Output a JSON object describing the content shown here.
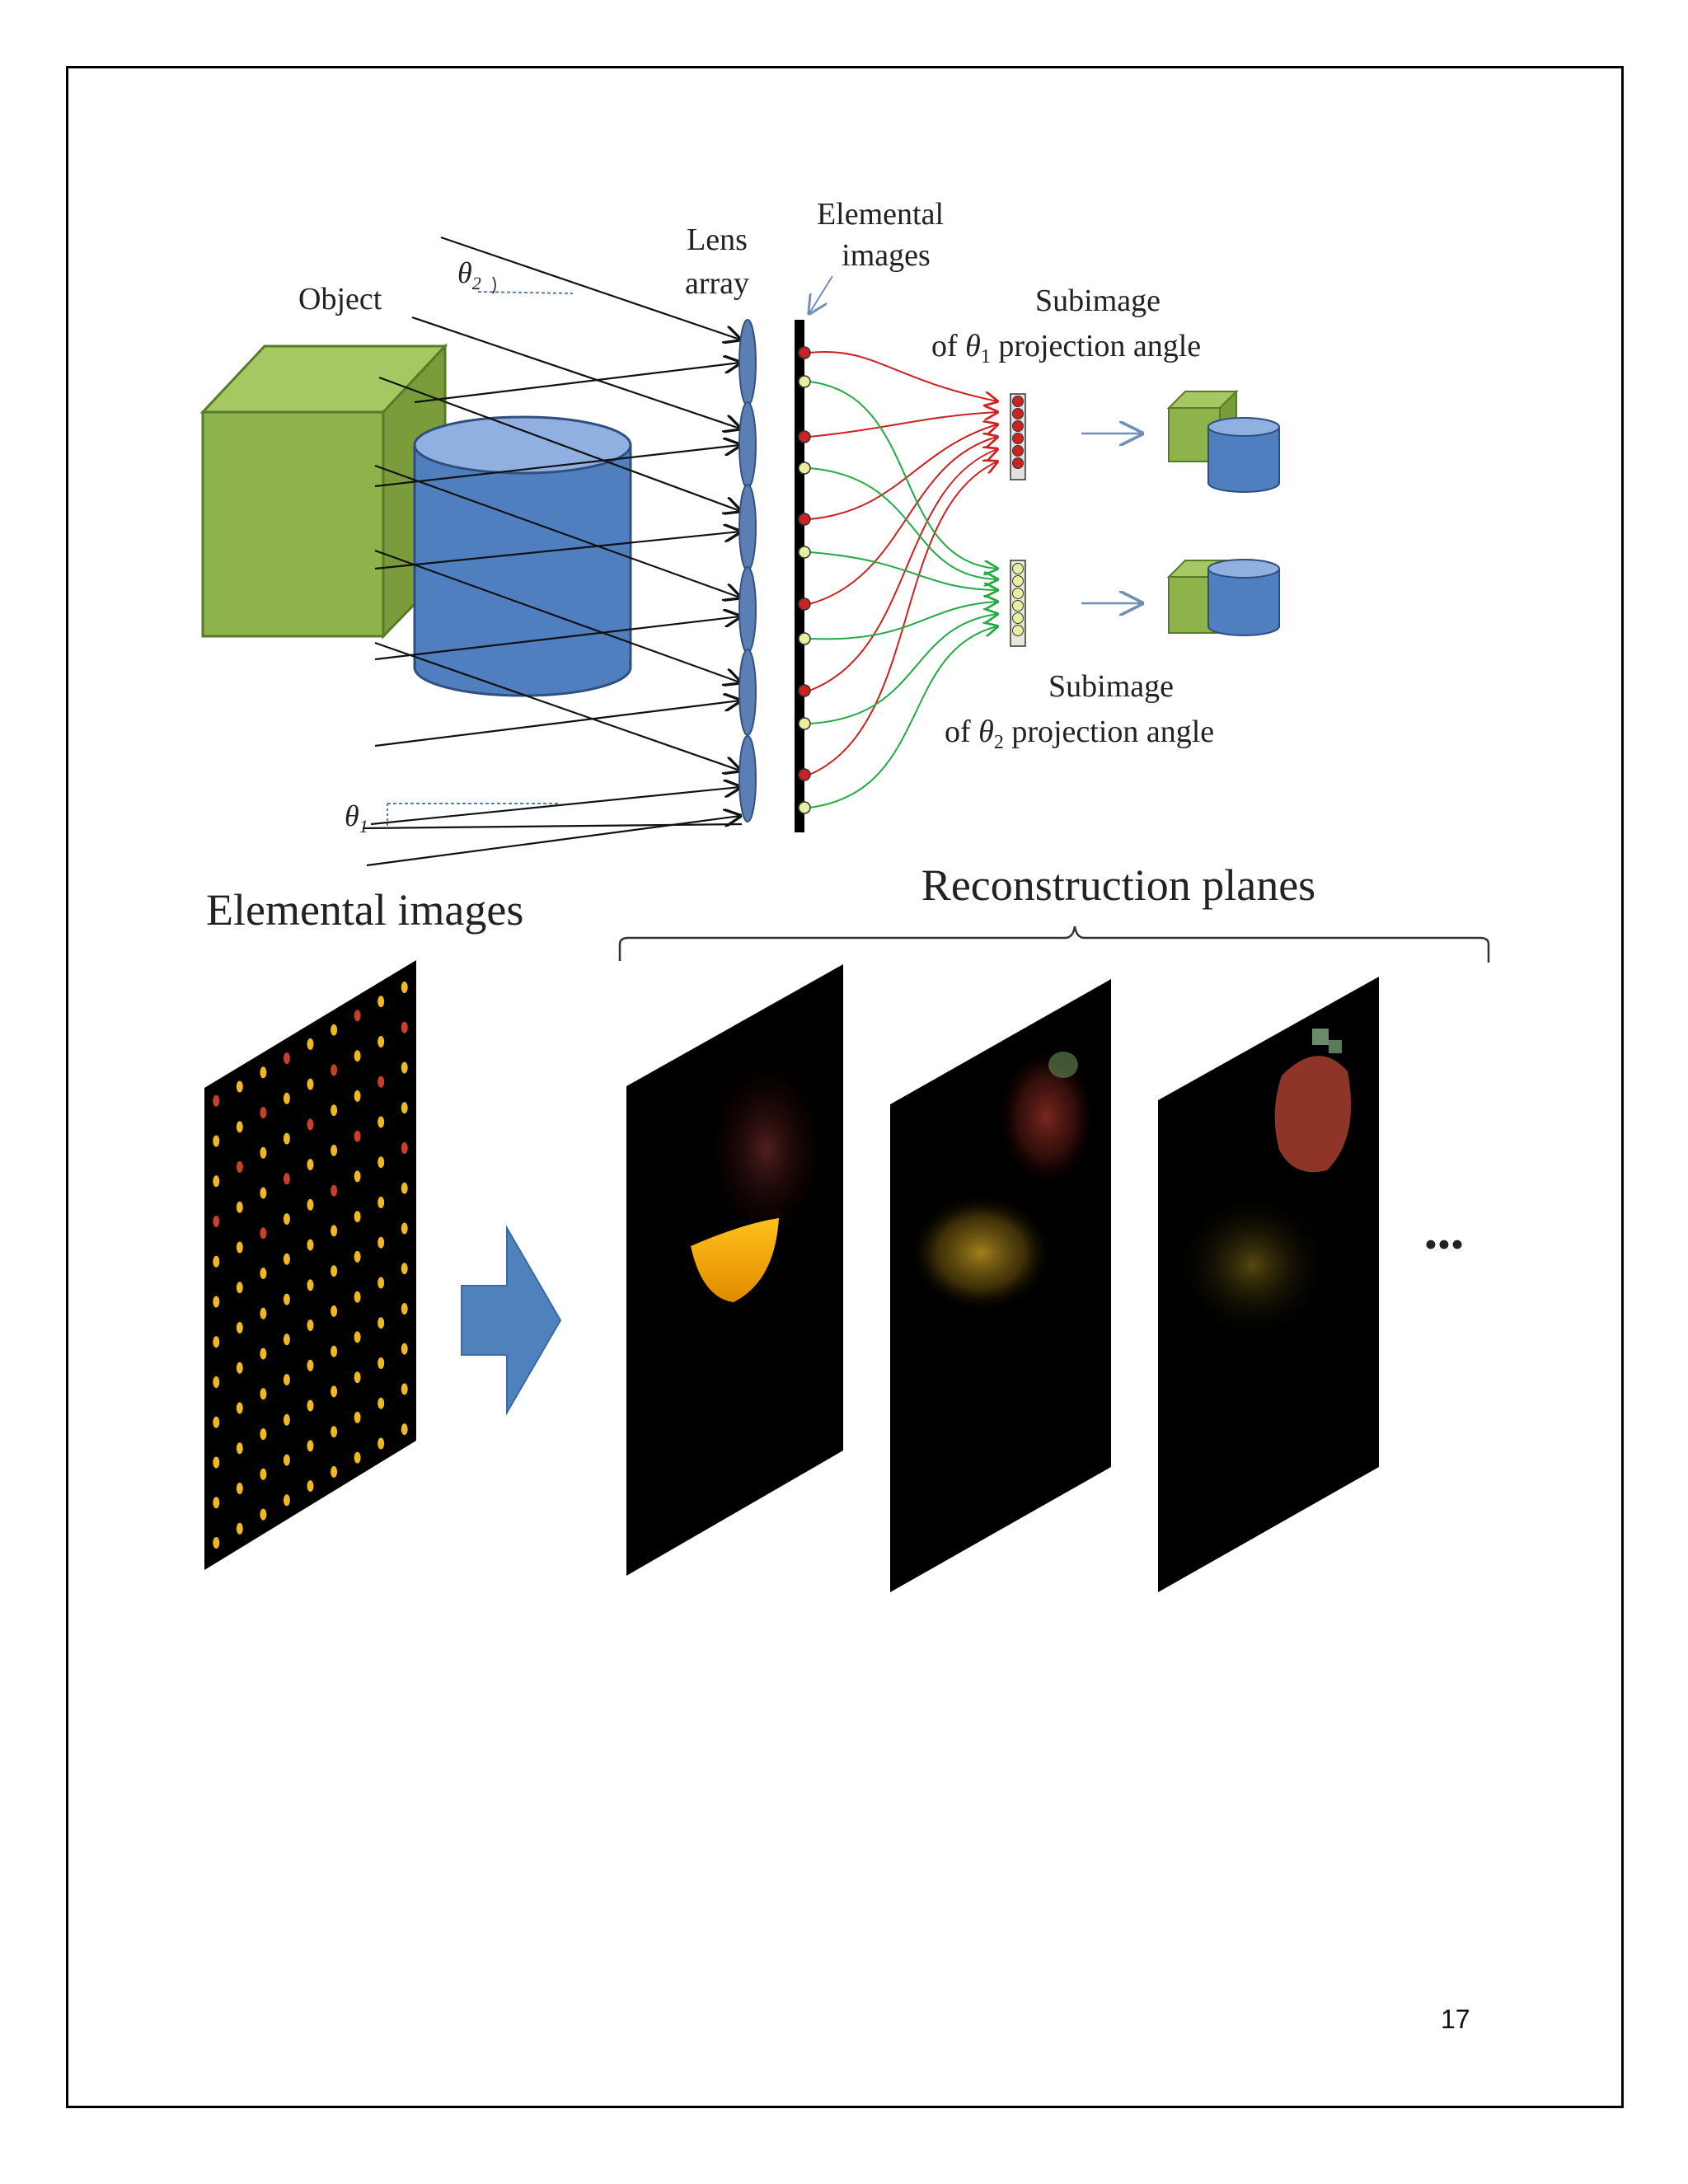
{
  "top": {
    "object_label": "Object",
    "lens_label_1": "Lens",
    "lens_label_2": "array",
    "elemental_label_1": "Elemental",
    "elemental_label_2": "images",
    "theta2_symbol": "θ",
    "theta2_sub": "2",
    "theta1_symbol": "θ",
    "theta1_sub": "1",
    "sub1_line1": "Subimage",
    "sub1_prefix": "of ",
    "sub1_theta": "θ",
    "sub1_sub": "1",
    "sub1_suffix": " projection angle",
    "sub2_line1": "Subimage",
    "sub2_prefix": "of ",
    "sub2_theta": "θ",
    "sub2_sub": "2",
    "sub2_suffix": " projection angle"
  },
  "bottom": {
    "elemental_title": "Elemental images",
    "reconstruction_title": "Reconstruction planes",
    "ellipsis": "•••"
  },
  "colors": {
    "cube_green": "#8db34a",
    "cylinder_blue": "#4f7fbf",
    "arrow_blue": "#4f81bd",
    "red_line": "#cc2222",
    "green_line": "#22aa44"
  },
  "page_number": "17"
}
